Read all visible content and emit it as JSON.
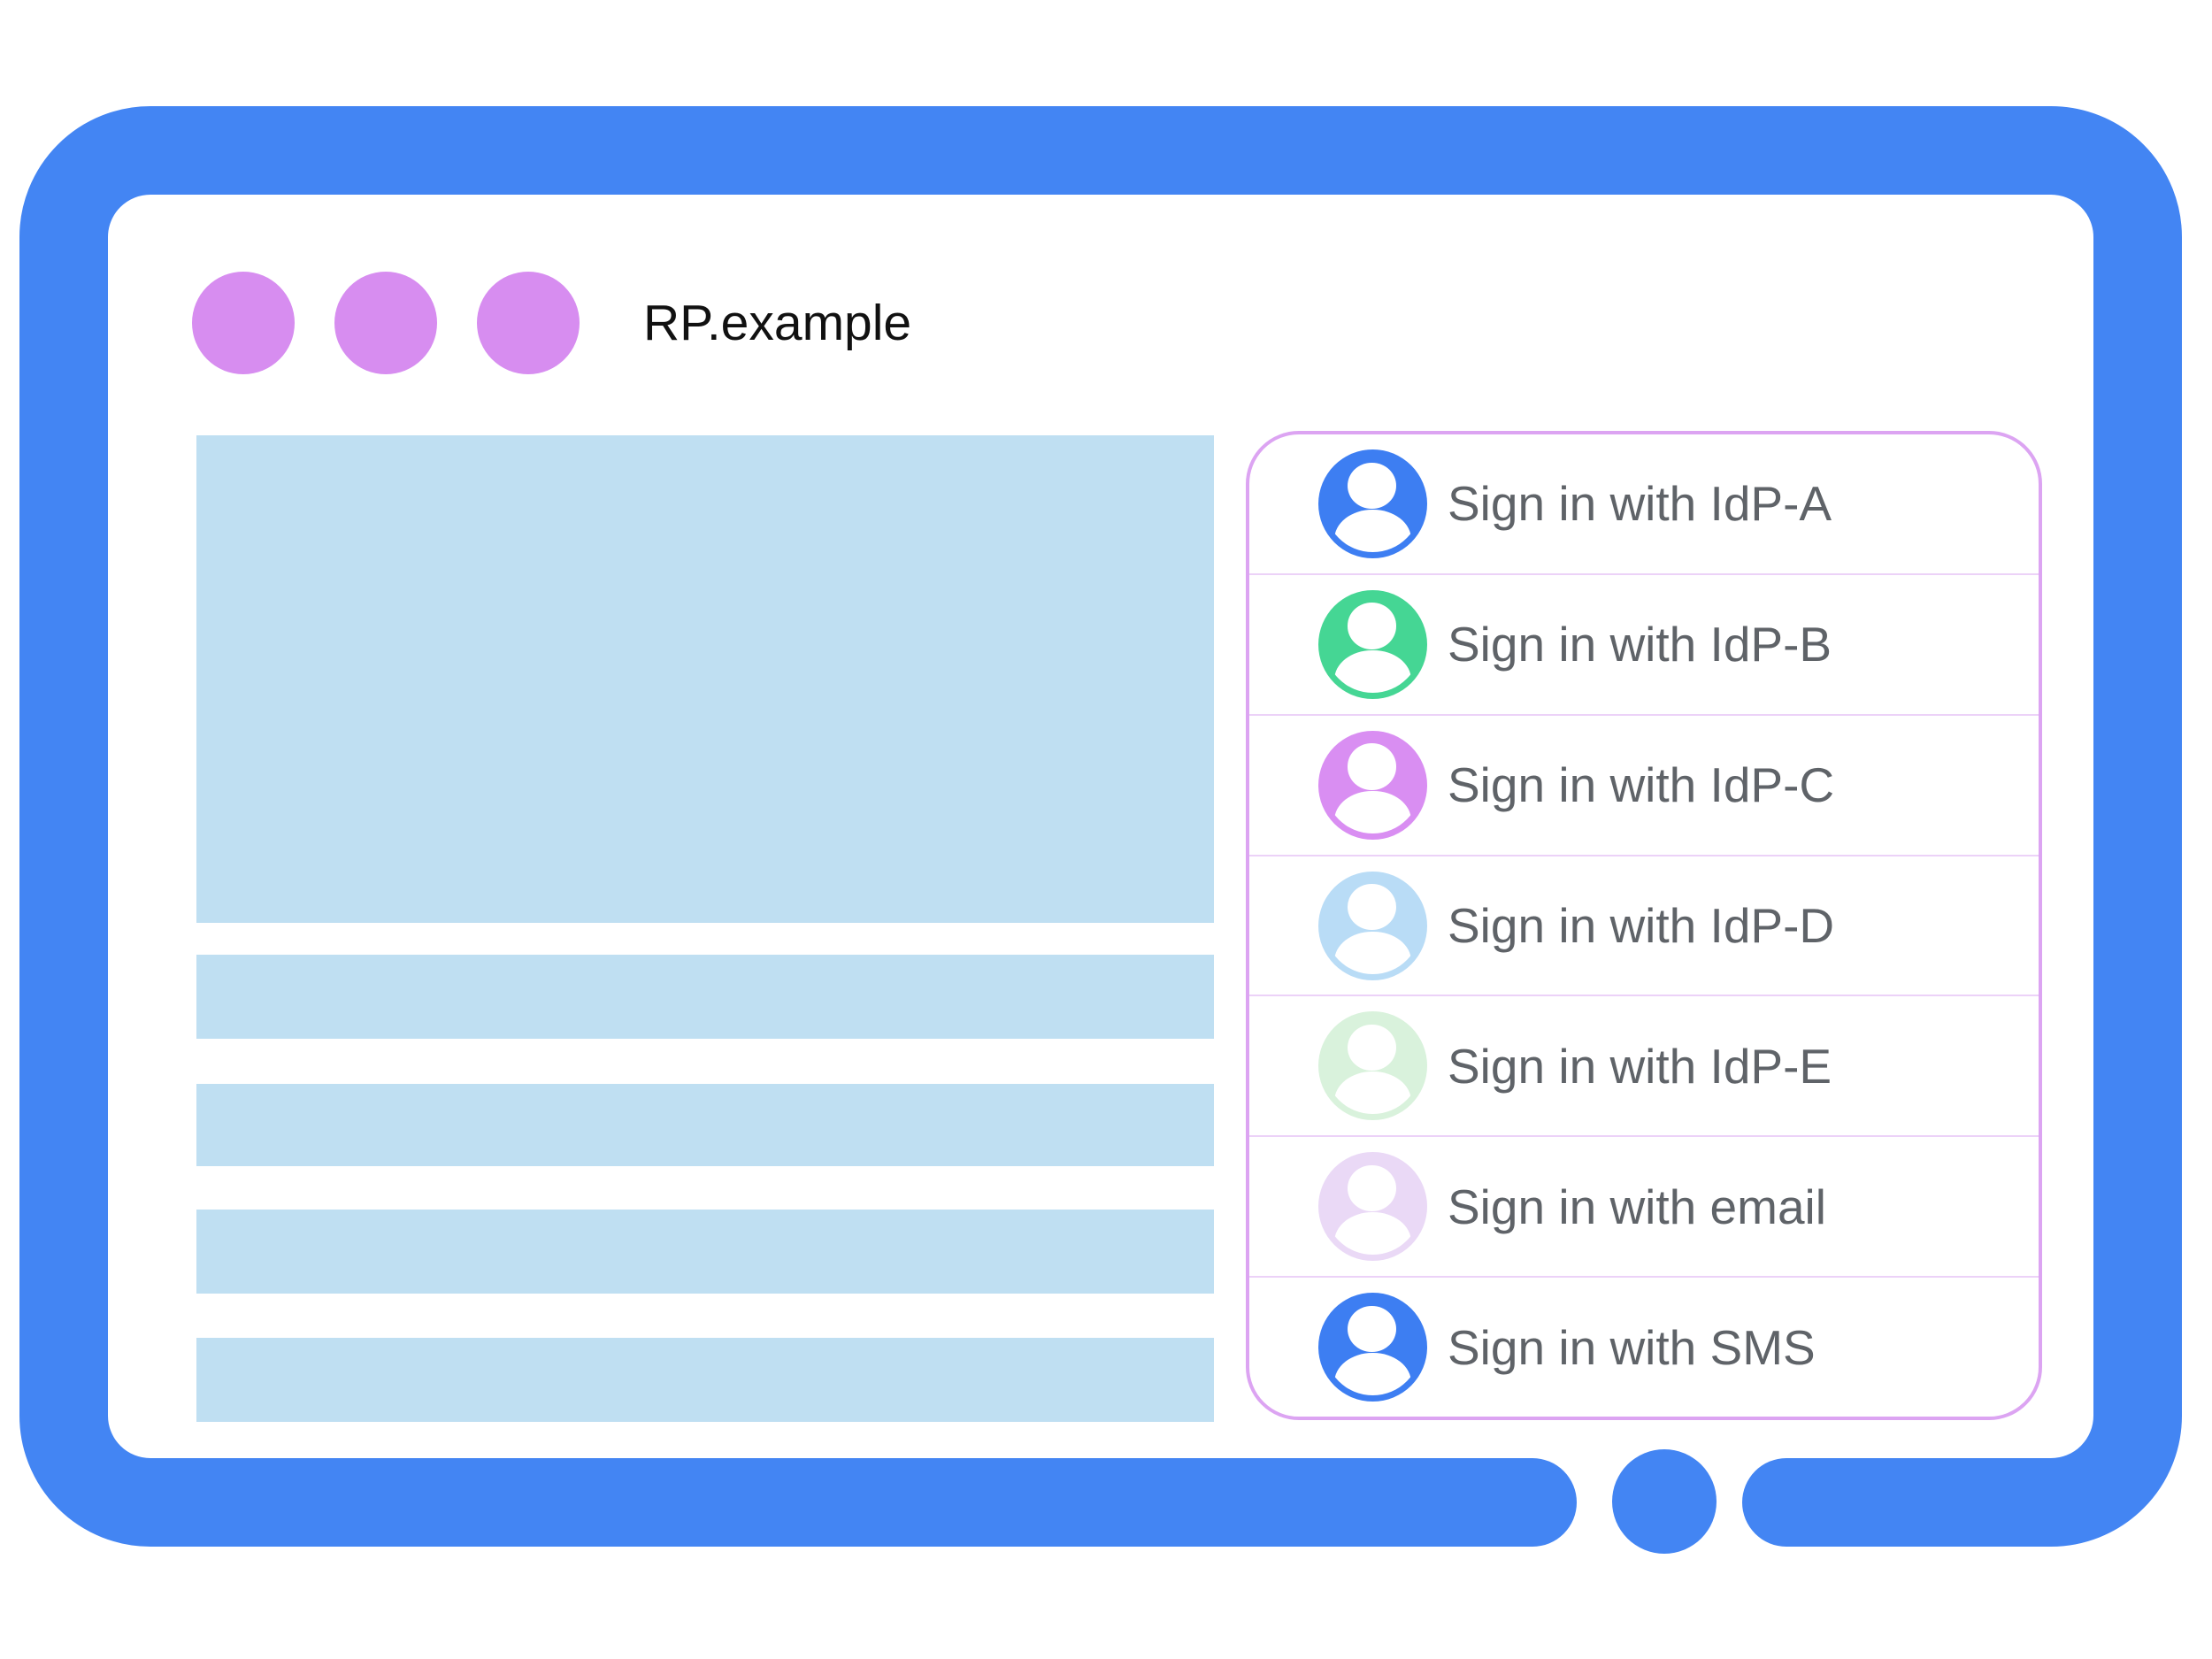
{
  "colors": {
    "frame_blue": "#4385f3",
    "placeholder_blue": "#bfdff2",
    "dot_purple": "#d78df0",
    "panel_border": "#dca4f2",
    "panel_separator": "#ecd2f8",
    "label_gray": "#5f6368",
    "title_color": "#111111"
  },
  "browser": {
    "title": "RP.example"
  },
  "signin": {
    "items": [
      {
        "id": "idp-a",
        "label": "Sign in with IdP-A",
        "avatar_color": "#3d7ef2"
      },
      {
        "id": "idp-b",
        "label": "Sign in with IdP-B",
        "avatar_color": "#45d694"
      },
      {
        "id": "idp-c",
        "label": "Sign in with IdP-C",
        "avatar_color": "#d98ef2"
      },
      {
        "id": "idp-d",
        "label": "Sign in with IdP-D",
        "avatar_color": "#b9dcf6"
      },
      {
        "id": "idp-e",
        "label": "Sign in with IdP-E",
        "avatar_color": "#d9f2dc"
      },
      {
        "id": "email",
        "label": "Sign in with email",
        "avatar_color": "#ead9f6"
      },
      {
        "id": "sms",
        "label": "Sign in with SMS",
        "avatar_color": "#3d7ef2"
      }
    ]
  }
}
